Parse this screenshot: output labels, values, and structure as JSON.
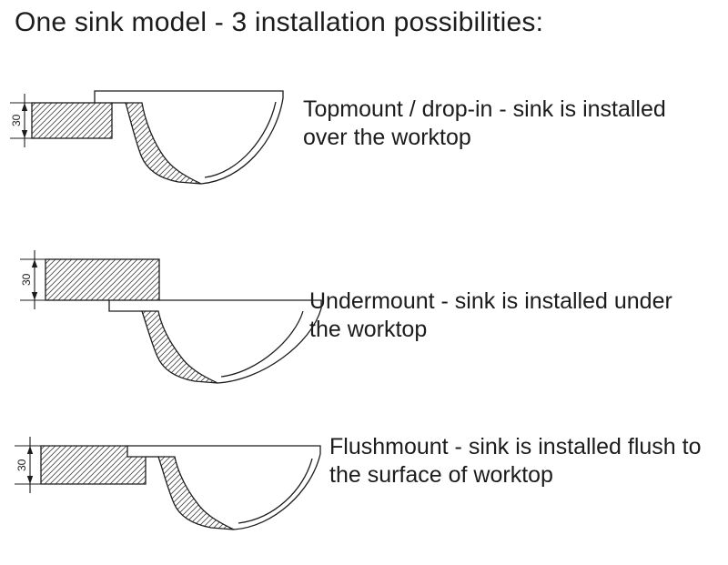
{
  "page": {
    "title": "One sink model - 3 installation possibilities:"
  },
  "diagrams": [
    {
      "name": "topmount",
      "dimension_label": "30",
      "caption": "Topmount / drop-in - sink is installed over the worktop"
    },
    {
      "name": "undermount",
      "dimension_label": "30",
      "caption": "Undermount - sink is installed under the worktop"
    },
    {
      "name": "flushmount",
      "dimension_label": "30",
      "caption": "Flushmount - sink is installed flush to the surface of worktop"
    }
  ],
  "colors": {
    "line": "#1c1c1c",
    "hatch": "#454545",
    "background": "#ffffff"
  }
}
